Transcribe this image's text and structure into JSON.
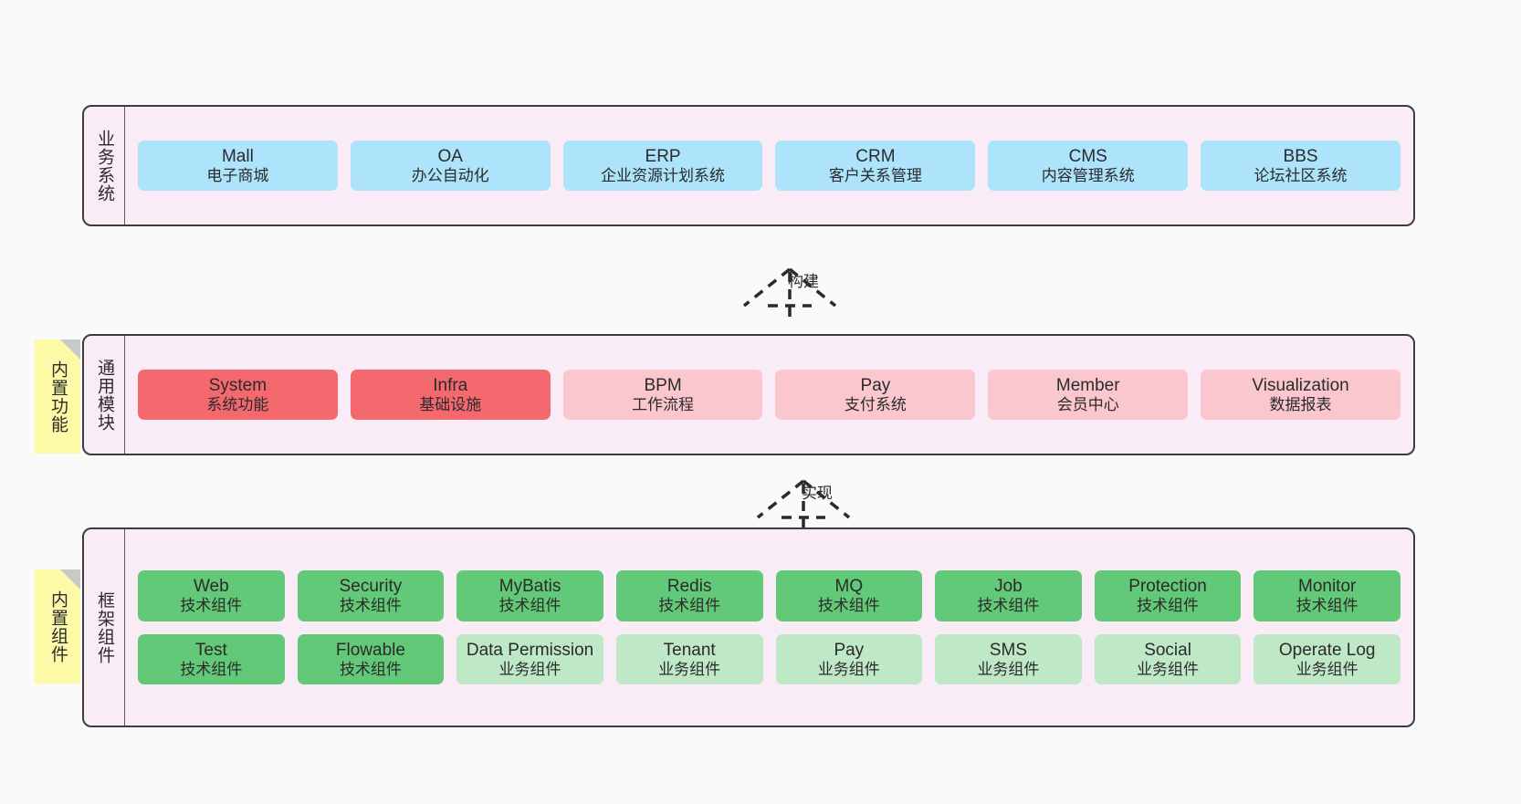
{
  "diagram": {
    "background": "#fafafa",
    "container_fill": "#faecf6",
    "container_border": "#3d3d3d",
    "note_fill": "#fdfaa7",
    "note_fold": "#c9c9c9"
  },
  "notes": [
    {
      "label": "内置功能",
      "name": "note-builtin-features"
    },
    {
      "label": "内置组件",
      "name": "note-builtin-components"
    }
  ],
  "connectors": [
    {
      "label": "构建",
      "name": "connector-build"
    },
    {
      "label": "实现",
      "name": "connector-implement"
    }
  ],
  "layers": [
    {
      "id": "business-systems",
      "title": "业务系统",
      "rows": [
        [
          {
            "en": "Mall",
            "cn": "电子商城",
            "color": "#ade3fb",
            "style": "c-blue"
          },
          {
            "en": "OA",
            "cn": "办公自动化",
            "color": "#ade3fb",
            "style": "c-blue"
          },
          {
            "en": "ERP",
            "cn": "企业资源计划系统",
            "color": "#ade3fb",
            "style": "c-blue"
          },
          {
            "en": "CRM",
            "cn": "客户关系管理",
            "color": "#ade3fb",
            "style": "c-blue"
          },
          {
            "en": "CMS",
            "cn": "内容管理系统",
            "color": "#ade3fb",
            "style": "c-blue"
          },
          {
            "en": "BBS",
            "cn": "论坛社区系统",
            "color": "#ade3fb",
            "style": "c-blue"
          }
        ]
      ]
    },
    {
      "id": "common-modules",
      "title": "通用模块",
      "rows": [
        [
          {
            "en": "System",
            "cn": "系统功能",
            "color": "#f4696e",
            "style": "c-red"
          },
          {
            "en": "Infra",
            "cn": "基础设施",
            "color": "#f4696e",
            "style": "c-red"
          },
          {
            "en": "BPM",
            "cn": "工作流程",
            "color": "#fbc7ce",
            "style": "c-pink"
          },
          {
            "en": "Pay",
            "cn": "支付系统",
            "color": "#fbc7ce",
            "style": "c-pink"
          },
          {
            "en": "Member",
            "cn": "会员中心",
            "color": "#fbc7ce",
            "style": "c-pink"
          },
          {
            "en": "Visualization",
            "cn": "数据报表",
            "color": "#fbc7ce",
            "style": "c-pink"
          }
        ]
      ]
    },
    {
      "id": "framework-components",
      "title": "框架组件",
      "rows": [
        [
          {
            "en": "Web",
            "cn": "技术组件",
            "color": "#62c978",
            "style": "c-green"
          },
          {
            "en": "Security",
            "cn": "技术组件",
            "color": "#62c978",
            "style": "c-green"
          },
          {
            "en": "MyBatis",
            "cn": "技术组件",
            "color": "#62c978",
            "style": "c-green"
          },
          {
            "en": "Redis",
            "cn": "技术组件",
            "color": "#62c978",
            "style": "c-green"
          },
          {
            "en": "MQ",
            "cn": "技术组件",
            "color": "#62c978",
            "style": "c-green"
          },
          {
            "en": "Job",
            "cn": "技术组件",
            "color": "#62c978",
            "style": "c-green"
          },
          {
            "en": "Protection",
            "cn": "技术组件",
            "color": "#62c978",
            "style": "c-green"
          },
          {
            "en": "Monitor",
            "cn": "技术组件",
            "color": "#62c978",
            "style": "c-green"
          }
        ],
        [
          {
            "en": "Test",
            "cn": "技术组件",
            "color": "#62c978",
            "style": "c-green"
          },
          {
            "en": "Flowable",
            "cn": "技术组件",
            "color": "#62c978",
            "style": "c-green"
          },
          {
            "en": "Data Permission",
            "cn": "业务组件",
            "color": "#bfe8c6",
            "style": "c-lightgreen",
            "wrap": true
          },
          {
            "en": "Tenant",
            "cn": "业务组件",
            "color": "#bfe8c6",
            "style": "c-lightgreen"
          },
          {
            "en": "Pay",
            "cn": "业务组件",
            "color": "#bfe8c6",
            "style": "c-lightgreen"
          },
          {
            "en": "SMS",
            "cn": "业务组件",
            "color": "#bfe8c6",
            "style": "c-lightgreen"
          },
          {
            "en": "Social",
            "cn": "业务组件",
            "color": "#bfe8c6",
            "style": "c-lightgreen"
          },
          {
            "en": "Operate Log",
            "cn": "业务组件",
            "color": "#bfe8c6",
            "style": "c-lightgreen"
          }
        ]
      ]
    }
  ]
}
